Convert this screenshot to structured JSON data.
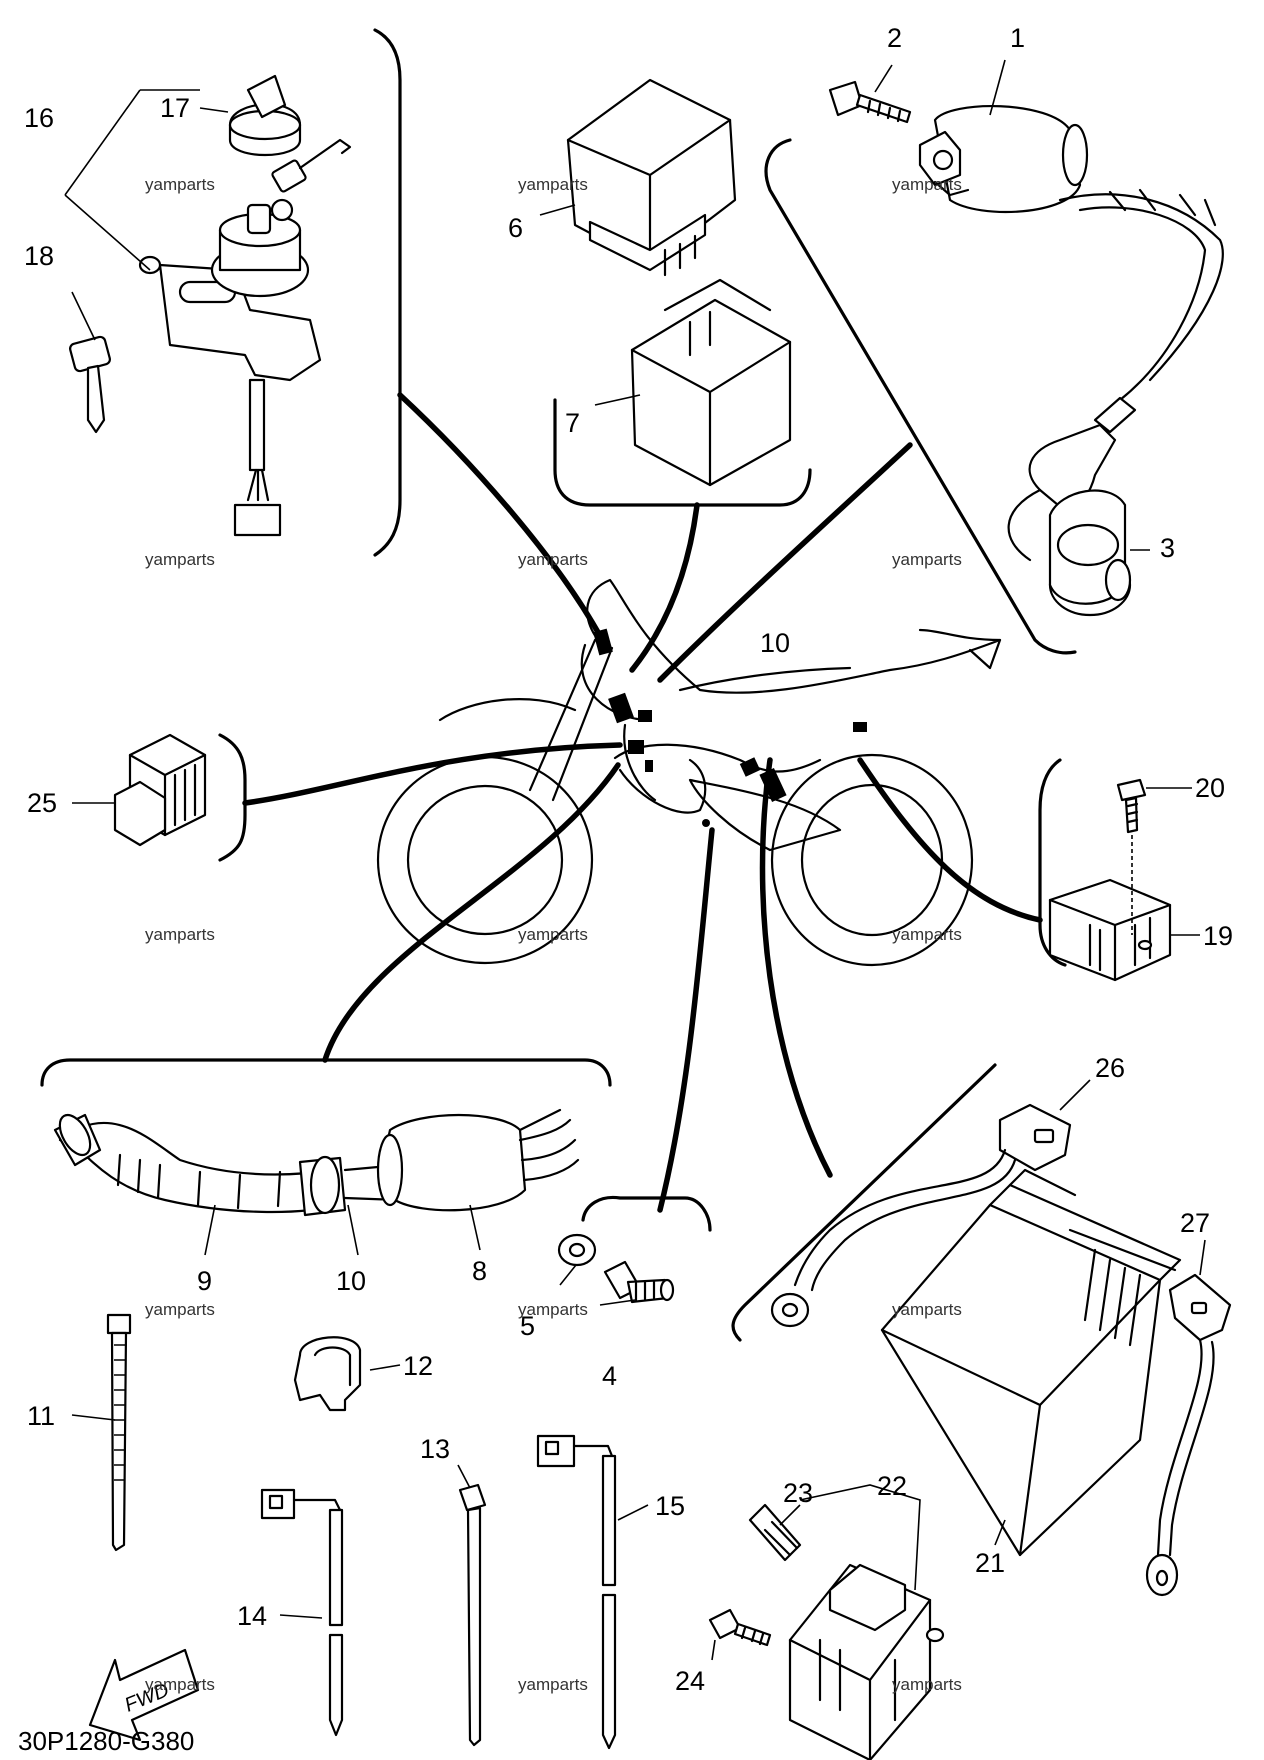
{
  "diagram": {
    "code": "30P1280-G380",
    "fwd_label": "FWD",
    "watermark": "yamparts",
    "callouts": {
      "p1": "1",
      "p2": "2",
      "p3": "3",
      "p4": "4",
      "p5": "5",
      "p6": "6",
      "p7": "7",
      "p8": "8",
      "p9": "9",
      "p10a": "10",
      "p10b": "10",
      "p11": "11",
      "p12": "12",
      "p13": "13",
      "p14": "14",
      "p15": "15",
      "p16": "16",
      "p17": "17",
      "p18": "18",
      "p19": "19",
      "p20": "20",
      "p21": "21",
      "p22": "22",
      "p23": "23",
      "p24": "24",
      "p25": "25",
      "p26": "26",
      "p27": "27"
    },
    "colors": {
      "line": "#000000",
      "background": "#ffffff"
    }
  }
}
